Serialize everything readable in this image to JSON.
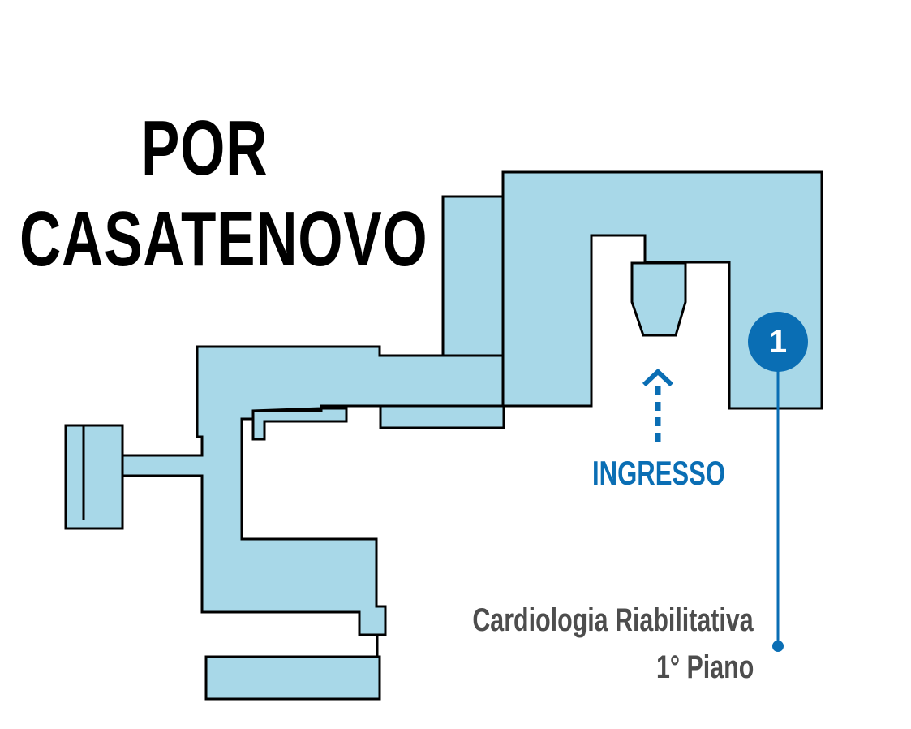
{
  "title": {
    "line1": "POR",
    "line2": "CASATENOVO"
  },
  "entrance": {
    "label": "INGRESSO"
  },
  "marker": {
    "number": "1",
    "department": "Cardiologia Riabilitativa",
    "floor": "1° Piano"
  },
  "colors": {
    "building_fill": "#a8d8e8",
    "building_stroke": "#000000",
    "accent": "#0a6eb4",
    "label_text": "#4d4d4d"
  }
}
